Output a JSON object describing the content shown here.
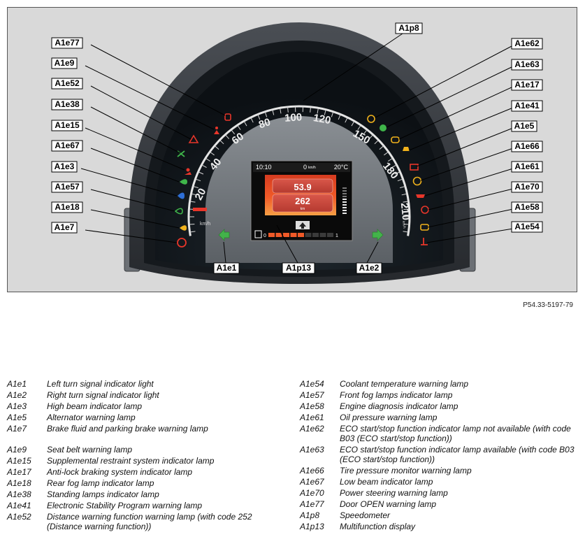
{
  "callouts": [
    "A1e77",
    "A1e9",
    "A1e52",
    "A1e38",
    "A1e15",
    "A1e67",
    "A1e3",
    "A1e57",
    "A1e18",
    "A1e7",
    "A1p8",
    "A1e62",
    "A1e63",
    "A1e17",
    "A1e41",
    "A1e5",
    "A1e66",
    "A1e61",
    "A1e70",
    "A1e58",
    "A1e54",
    "A1e1",
    "A1p13",
    "A1e2"
  ],
  "speedometer": {
    "ticks": [
      "20",
      "40",
      "60",
      "80",
      "100",
      "120",
      "150",
      "180",
      "210"
    ],
    "unit_left": "km/h",
    "unit_right": "km/h"
  },
  "display": {
    "time": "10:10",
    "speed": "0",
    "speed_unit": "km/h",
    "temperature": "20°C",
    "value1": "53.9",
    "value2": "262",
    "value2_unit": "km",
    "gear_left": "0",
    "gear_right": "1"
  },
  "reference": "P54.33-5197-79",
  "legend_left": [
    {
      "code": "A1e1",
      "desc": "Left turn signal indicator light"
    },
    {
      "code": "A1e2",
      "desc": "Right turn signal indicator light"
    },
    {
      "code": "A1e3",
      "desc": "High beam indicator lamp"
    },
    {
      "code": "A1e5",
      "desc": "Alternator warning lamp"
    },
    {
      "code": "A1e7",
      "desc": "Brake fluid and parking brake warning lamp"
    },
    {
      "code": "A1e9",
      "desc": "Seat belt warning lamp"
    },
    {
      "code": "A1e15",
      "desc": "Supplemental restraint system indicator lamp"
    },
    {
      "code": "A1e17",
      "desc": "Anti-lock braking system indicator lamp"
    },
    {
      "code": "A1e18",
      "desc": "Rear fog lamp indicator lamp"
    },
    {
      "code": "A1e38",
      "desc": "Standing lamps indicator lamp"
    },
    {
      "code": "A1e41",
      "desc": "Electronic Stability Program warning lamp"
    },
    {
      "code": "A1e52",
      "desc": "Distance warning function warning lamp (with code 252 (Distance warning function))"
    }
  ],
  "legend_right": [
    {
      "code": "A1e54",
      "desc": "Coolant temperature warning lamp"
    },
    {
      "code": "A1e57",
      "desc": "Front fog lamps indicator lamp"
    },
    {
      "code": "A1e58",
      "desc": "Engine diagnosis indicator lamp"
    },
    {
      "code": "A1e61",
      "desc": "Oil pressure warning lamp"
    },
    {
      "code": "A1e62",
      "desc": "ECO start/stop function indicator lamp not available (with code B03 (ECO start/stop function))"
    },
    {
      "code": "A1e63",
      "desc": "ECO start/stop function indicator lamp available (with code B03 (ECO start/stop function))"
    },
    {
      "code": "A1e66",
      "desc": "Tire pressure monitor warning lamp"
    },
    {
      "code": "A1e67",
      "desc": "Low beam indicator lamp"
    },
    {
      "code": "A1e70",
      "desc": "Power steering warning lamp"
    },
    {
      "code": "A1e77",
      "desc": "Door OPEN warning lamp"
    },
    {
      "code": "A1p8",
      "desc": "Speedometer"
    },
    {
      "code": "A1p13",
      "desc": "Multifunction display"
    }
  ]
}
